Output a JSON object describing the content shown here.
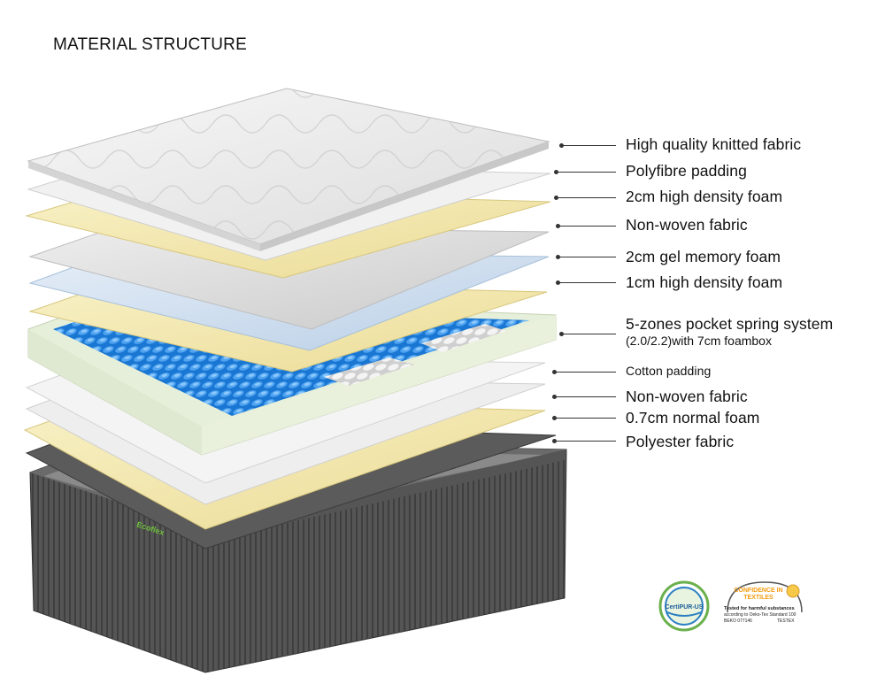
{
  "title": "MATERIAL STRUCTURE",
  "layers": [
    {
      "label": "High quality knitted fabric"
    },
    {
      "label": "Polyfibre padding"
    },
    {
      "label": "2cm high density foam"
    },
    {
      "label": "Non-woven fabric"
    },
    {
      "label": "2cm gel memory foam"
    },
    {
      "label": "1cm high density foam"
    },
    {
      "label": "5-zones pocket spring system",
      "sub": "(2.0/2.2)with 7cm foambox"
    },
    {
      "label": "Cotton padding"
    },
    {
      "label": "Non-woven fabric"
    },
    {
      "label": "0.7cm normal foam"
    },
    {
      "label": "Polyester fabric"
    }
  ],
  "certifications": {
    "certipur": "CertiPUR-US",
    "oeko_title": "CONFIDENCE IN TEXTILES",
    "oeko_tested": "Tested for harmful substances",
    "oeko_standard": "according to Oeko-Tex Standard 100",
    "oeko_code": "BEKO 077146",
    "oeko_lab": "TESTEX"
  },
  "brand_label": "Ecoflex",
  "colors": {
    "foam_yellow": "#f2e9b4",
    "gel_blue": "#cfe0f0",
    "spring_blue": "#1e88e5",
    "fabric_grey": "#d8d8d8",
    "base_dark": "#4a4a4a",
    "border_green": "#e6efd9"
  }
}
